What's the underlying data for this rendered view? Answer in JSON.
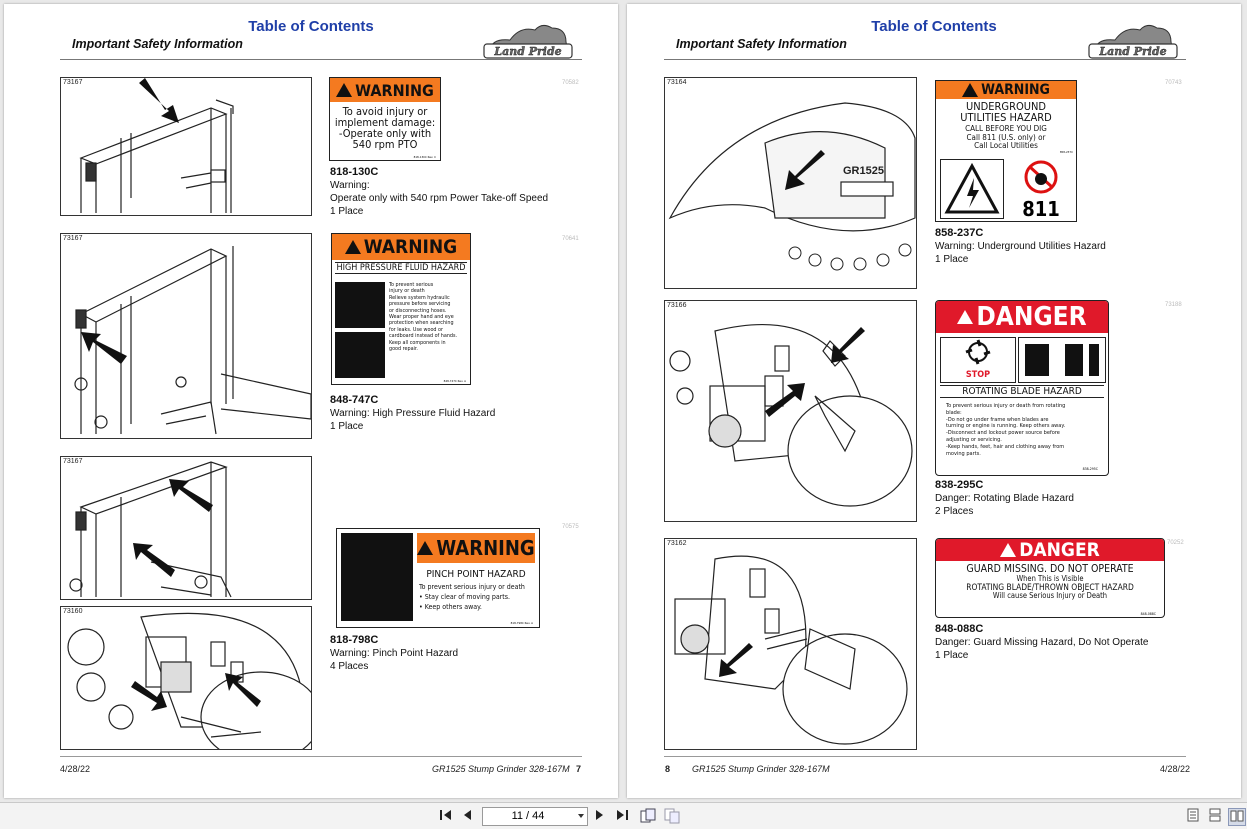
{
  "header": {
    "toc_link": "Table of Contents",
    "section": "Important Safety Information",
    "logo_text": "Land Pride"
  },
  "left": {
    "footer_date": "4/28/22",
    "footer_title": "GR1525 Stump Grinder 328-167M",
    "page_number": "7",
    "figures": [
      "73167",
      "73167",
      "73167",
      "73160"
    ],
    "items": [
      {
        "decal_id": "70582",
        "part": "818-130C",
        "type": "Warning:",
        "desc": "Operate only with 540 rpm Power Take-off Speed",
        "qty": "1 Place",
        "decal": {
          "header": "WARNING",
          "lines": [
            "To avoid injury or",
            "implement damage:",
            "-Operate only with",
            "540 rpm PTO"
          ],
          "code": "818-130C Rev. C"
        }
      },
      {
        "decal_id": "70641",
        "part": "848-747C",
        "type": "Warning:",
        "desc": "High Pressure Fluid Hazard",
        "qty": "1 Place",
        "decal": {
          "header": "WARNING",
          "sub": "HIGH PRESSURE FLUID HAZARD",
          "lines": [
            "To prevent serious",
            "injury or death",
            "Relieve system hydraulic",
            "pressure before servicing",
            "or disconnecting hoses.",
            "Wear proper hand and eye",
            "protection when searching",
            "for leaks. Use wood or",
            "cardboard instead of hands.",
            "Keep all components in",
            "good repair."
          ],
          "code": "848-747C Rev. A"
        }
      },
      {
        "decal_id": "70575",
        "part": "818-798C",
        "type": "Warning:",
        "desc": "Pinch Point Hazard",
        "qty": "4 Places",
        "decal": {
          "header": "WARNING",
          "sub": "PINCH POINT HAZARD",
          "lines": [
            "To prevent serious injury or death",
            "• Stay clear of moving parts.",
            "• Keep others away."
          ],
          "code": "818-798C Rev. A"
        }
      }
    ]
  },
  "right": {
    "footer_date": "4/28/22",
    "footer_title": "GR1525 Stump Grinder 328-167M",
    "page_number": "8",
    "figures": [
      "73164",
      "73166",
      "73162"
    ],
    "items": [
      {
        "decal_id": "70743",
        "part": "858-237C",
        "type": "Warning:",
        "desc": "Underground Utilities Hazard",
        "qty": "1 Place",
        "decal": {
          "header": "WARNING",
          "lines": [
            "UNDERGROUND",
            "UTILITIES HAZARD",
            "CALL BEFORE YOU DIG",
            "Call 811 (U.S. only) or",
            "Call Local Utilities"
          ],
          "code": "858-237C",
          "badge": "811"
        }
      },
      {
        "decal_id": "73188",
        "part": "838-295C",
        "type": "Danger:",
        "desc": "Rotating Blade Hazard",
        "qty": "2 Places",
        "decal": {
          "header": "DANGER",
          "stop": "STOP",
          "sub": "ROTATING BLADE HAZARD",
          "lines": [
            "To prevent serious injury or death from rotating",
            "blade:",
            "-Do not go under frame when blades are",
            "turning or engine is running. Keep others away.",
            "-Disconnect and lockout power source before",
            "adjusting or servicing.",
            "-Keep hands, feet, hair and clothing away from",
            "moving parts."
          ],
          "code": "838-295C"
        }
      },
      {
        "decal_id": "70252",
        "part": "848-088C",
        "type": "Danger:",
        "desc": "Guard Missing Hazard, Do Not Operate",
        "qty": "1 Place",
        "decal": {
          "header": "DANGER",
          "lines": [
            "GUARD MISSING. DO NOT OPERATE",
            "When This is Visible",
            "ROTATING BLADE/THROWN OBJECT HAZARD",
            "Will cause Serious Injury or Death"
          ],
          "code": "848-088C"
        }
      }
    ]
  },
  "toolbar": {
    "page_display": "11 / 44"
  }
}
